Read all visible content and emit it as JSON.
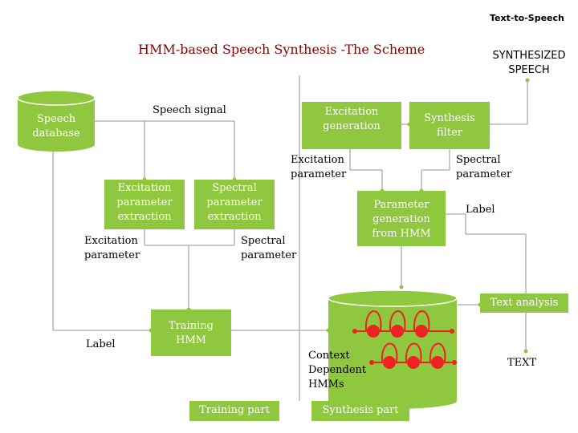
{
  "header": {
    "corner_title": "Text-to-Speech",
    "main_title": "HMM-based Speech Synthesis -The Scheme",
    "synthesized_speech": [
      "SYNTHESIZED",
      "SPEECH"
    ]
  },
  "nodes": {
    "speech_database": [
      "Speech",
      "database"
    ],
    "excitation_generation": [
      "Excitation",
      "generation"
    ],
    "synthesis_filter": [
      "Synthesis",
      "filter"
    ],
    "excitation_parameter_extraction": [
      "Excitation",
      "parameter",
      "extraction"
    ],
    "spectral_parameter_extraction": [
      "Spectral",
      "parameter",
      "extraction"
    ],
    "parameter_generation": [
      "Parameter",
      "generation",
      "from HMM"
    ],
    "training_hmm": [
      "Training",
      "HMM"
    ],
    "text_analysis": "Text analysis",
    "training_part": "Training part",
    "synthesis_part": "Synthesis part"
  },
  "labels": {
    "speech_signal": "Speech signal",
    "excitation_parameter_right": [
      "Excitation",
      "parameter"
    ],
    "spectral_parameter_right": [
      "Spectral",
      "parameter"
    ],
    "label_right": "Label",
    "excitation_parameter_left": [
      "Excitation",
      "parameter"
    ],
    "spectral_parameter_left": [
      "Spectral",
      "parameter"
    ],
    "label_left": "Label",
    "context_dependent": [
      "Context",
      "Dependent",
      "HMMs"
    ],
    "text": "TEXT"
  },
  "colors": {
    "box_green": "#8fc73e",
    "line_gray": "#aaaaaa",
    "hmm_red": "#ee2222",
    "title_red": "#8b0000"
  }
}
